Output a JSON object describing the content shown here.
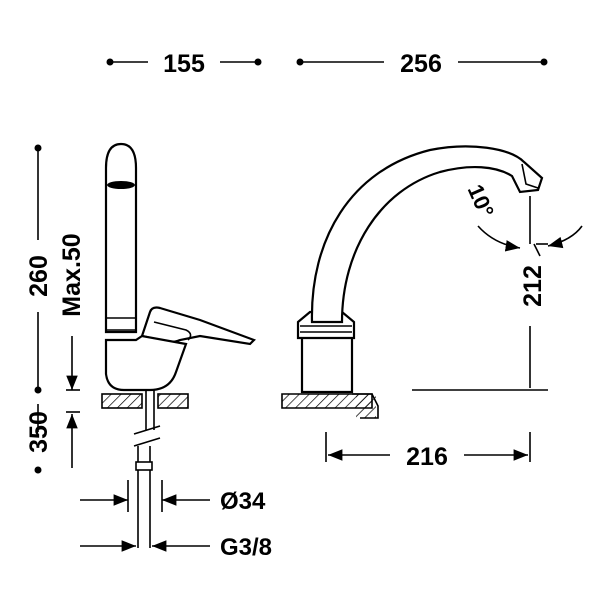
{
  "dimensions": {
    "top_left_width": "155",
    "top_right_width": "256",
    "left_height_outer": "260",
    "left_height_inner": "Max.50",
    "left_bottom": "350",
    "spout_height": "212",
    "spout_reach": "216",
    "spout_angle": "10°",
    "base_diameter": "Ø34",
    "thread": "G3/8"
  }
}
